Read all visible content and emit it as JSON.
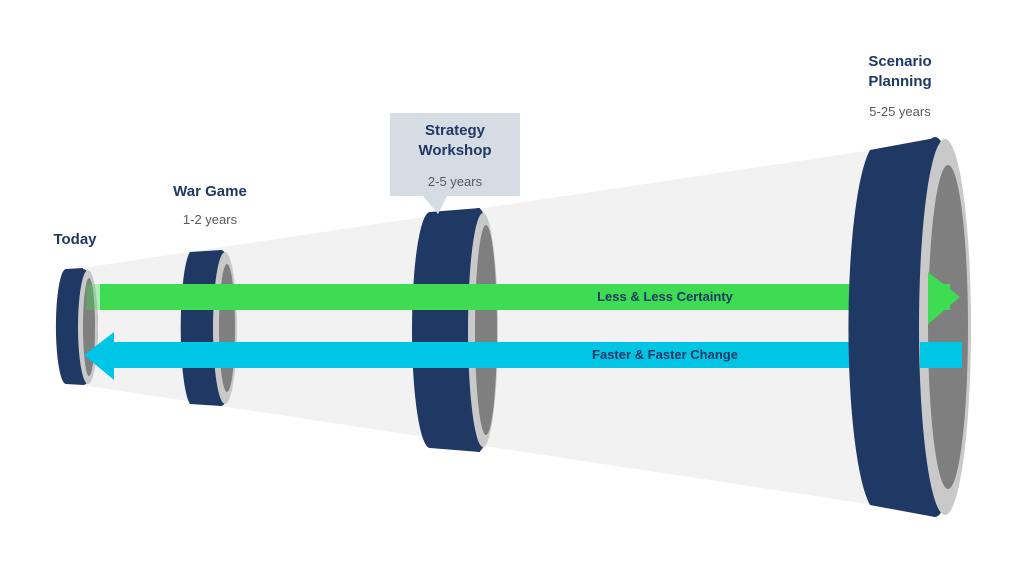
{
  "stages": [
    {
      "id": "today",
      "title": "Today",
      "duration": ""
    },
    {
      "id": "war-game",
      "title": "War Game",
      "duration": "1-2 years"
    },
    {
      "id": "strategy-workshop",
      "title": "Strategy Workshop",
      "duration": "2-5 years"
    },
    {
      "id": "scenario-planning",
      "title": "Scenario Planning",
      "duration": "5-25 years"
    }
  ],
  "arrows": {
    "forward": {
      "label": "Less & Less Certainty",
      "color": "#3ddc52"
    },
    "backward": {
      "label": "Faster & Faster Change",
      "color": "#00c6e6"
    }
  },
  "colors": {
    "ring": "#1f3864",
    "ring_inner": "#c9c9c9",
    "ring_hole": "#7f7f7f",
    "cone": "#f2f2f2",
    "callout": "#d6dce4"
  }
}
